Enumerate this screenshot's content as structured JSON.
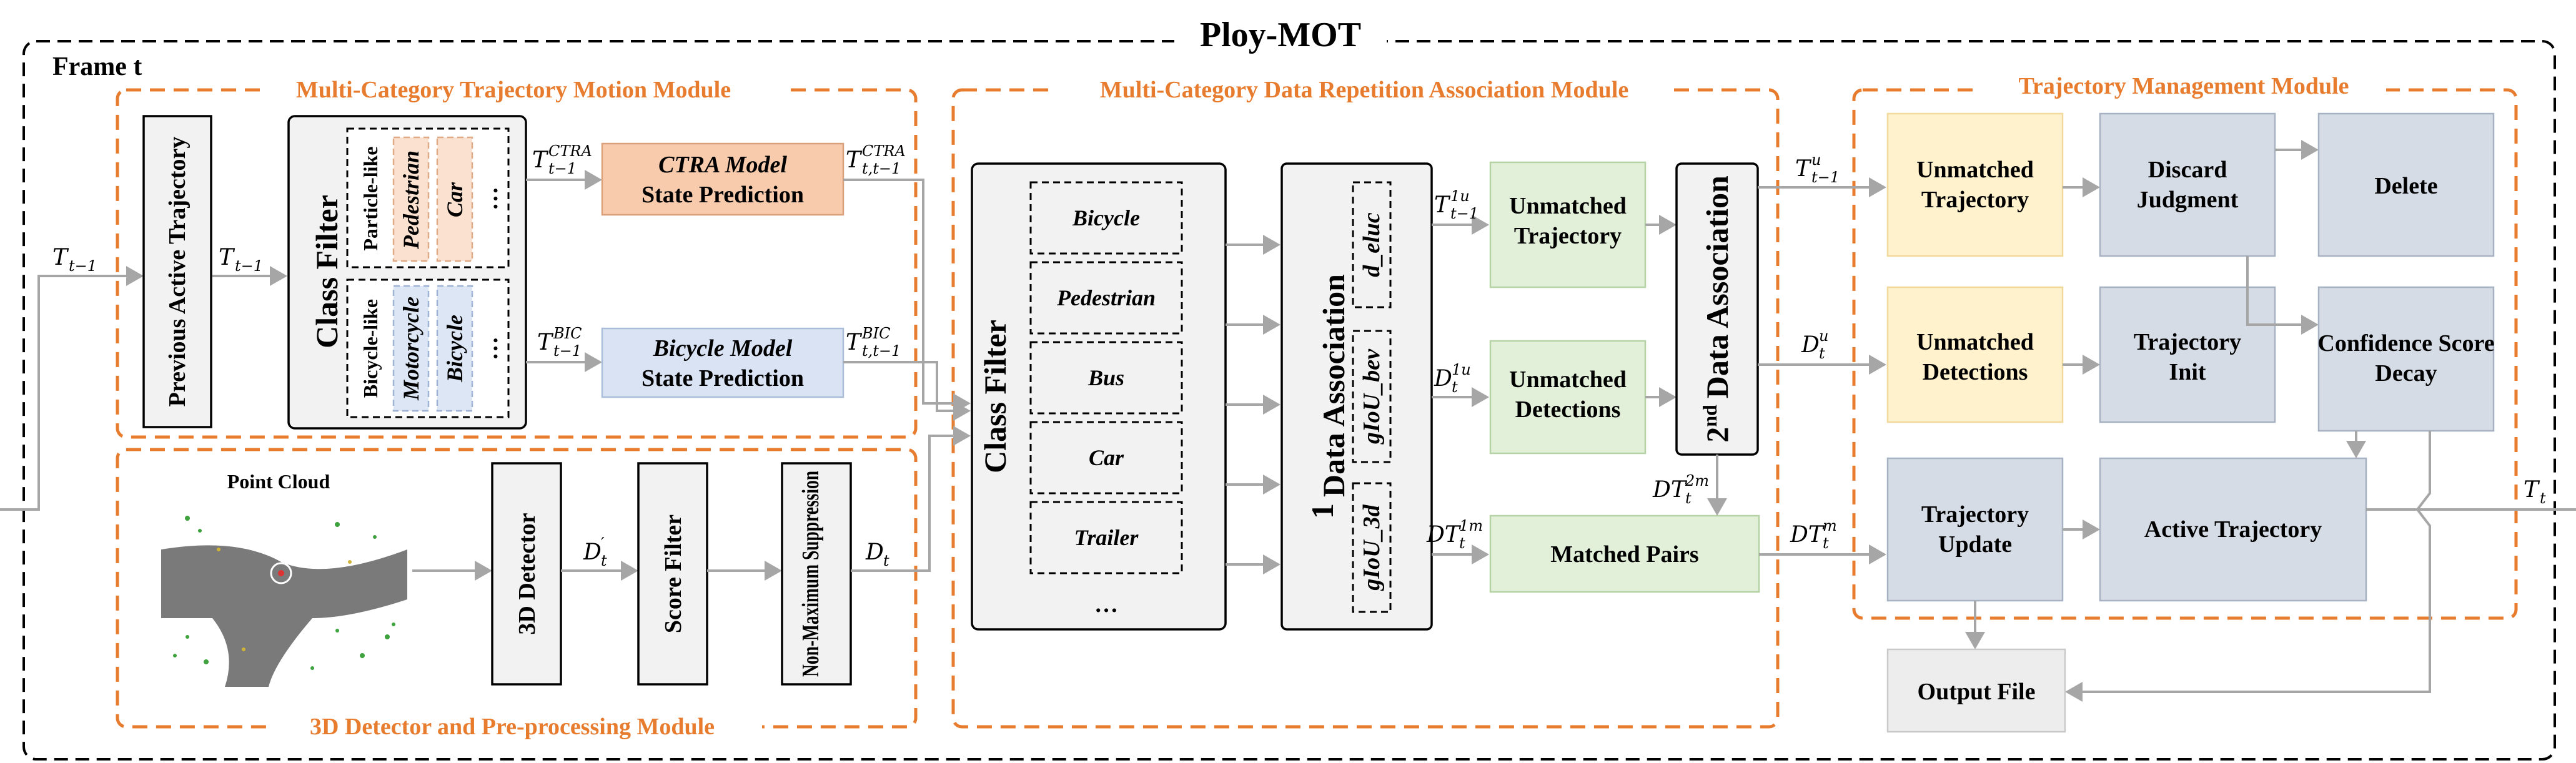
{
  "title": "Ploy-MOT",
  "frame_label": "Frame t",
  "modules": {
    "motion": "Multi-Category Trajectory Motion Module",
    "detector": "3D Detector and Pre-processing Module",
    "association": "Multi-Category Data Repetition Association Module",
    "management": "Trajectory Management Module"
  },
  "motion_module": {
    "previous_active": "Previous Active Trajectory",
    "class_filter": "Class Filter",
    "particle_group": "Particle-like",
    "particle_items": [
      "Pedestrian",
      "Car"
    ],
    "bicycle_group": "Bicycle-like",
    "bicycle_items": [
      "Motorcycle",
      "Bicycle"
    ],
    "ellipsis": "…",
    "ctra_model": "CTRA Model",
    "ctra_sub": "State Prediction",
    "bicycle_model": "Bicycle Model",
    "bicycle_sub": "State Prediction"
  },
  "detector_module": {
    "point_cloud": "Point Cloud",
    "detector": "3D Detector",
    "score_filter": "Score Filter",
    "nms": "Non-Maximum Suppression"
  },
  "association_module": {
    "class_filter": "Class Filter",
    "categories": [
      "Bicycle",
      "Pedestrian",
      "Bus",
      "Car",
      "Trailer"
    ],
    "ellipsis": "…",
    "first_assoc_sup": "st",
    "first_assoc": "Data Association",
    "first_num": "1",
    "metrics": [
      "d_eluc",
      "gIoU_bev",
      "gIoU_3d"
    ],
    "unmatched_traj": "Unmatched Trajectory",
    "unmatched_det": "Unmatched Detections",
    "matched_pairs": "Matched Pairs",
    "second_num": "2",
    "second_sup": "nd",
    "second_assoc": "Data Association"
  },
  "management_module": {
    "unmatched_traj": "Unmatched Trajectory",
    "unmatched_det": "Unmatched Detections",
    "traj_update": "Trajectory Update",
    "discard": "Discard Judgment",
    "delete": "Delete",
    "traj_init": "Trajectory Init",
    "conf_decay": "Confidence Score Decay",
    "active_traj": "Active Trajectory",
    "output_file": "Output File"
  },
  "symbols": {
    "T": "T",
    "t_minus_1": "t−1",
    "t": "t",
    "D": "D",
    "DT": "DT",
    "ctra_sup": "CTRA",
    "bic_sup": "BIC",
    "tt1": "t,t−1",
    "prime": "′",
    "u": "u",
    "m": "m",
    "one_u": "1u",
    "one_m": "1m",
    "two_m": "2m"
  },
  "colors": {
    "module_border": "#e87c2e",
    "ctra_fill": "#f8cbad",
    "bicycle_fill": "#dae3f3",
    "green_fill": "#e2efd9",
    "yellow_fill": "#fff2cc",
    "slate_fill": "#d6dce5",
    "arrow": "#a6a6a6"
  }
}
